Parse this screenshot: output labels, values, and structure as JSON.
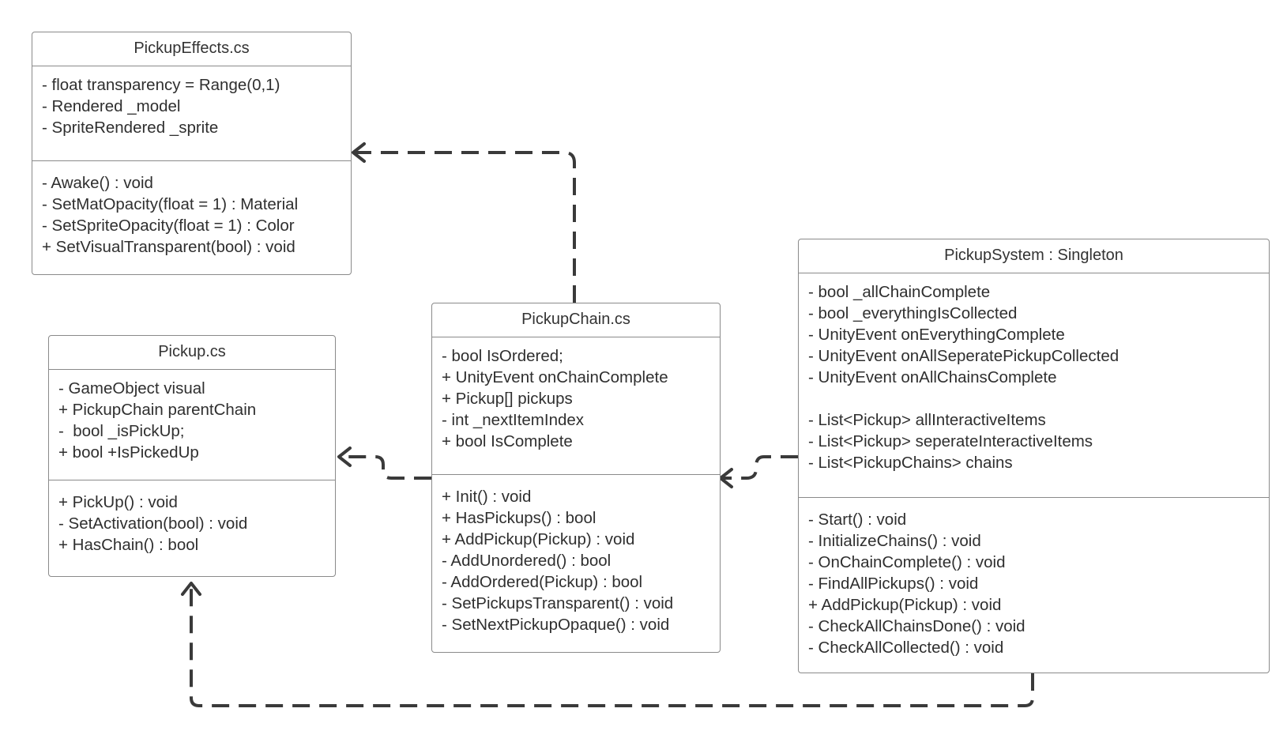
{
  "classes": {
    "pickup_effects": {
      "title": "PickupEffects.cs",
      "attributes": [
        "- float transparency = Range(0,1)",
        "- Rendered _model",
        "- SpriteRendered _sprite"
      ],
      "methods": [
        "- Awake() : void",
        "- SetMatOpacity(float = 1) : Material",
        "- SetSpriteOpacity(float = 1) : Color",
        "+ SetVisualTransparent(bool) : void"
      ]
    },
    "pickup": {
      "title": "Pickup.cs",
      "attributes": [
        "- GameObject visual",
        "+ PickupChain parentChain",
        "-  bool _isPickUp;",
        "+ bool +IsPickedUp"
      ],
      "methods": [
        "+ PickUp() : void",
        "- SetActivation(bool) : void",
        "+ HasChain() : bool"
      ]
    },
    "pickup_chain": {
      "title": "PickupChain.cs",
      "attributes": [
        "- bool IsOrdered;",
        "+ UnityEvent onChainComplete",
        "+ Pickup[] pickups",
        "- int _nextItemIndex",
        "+ bool IsComplete"
      ],
      "methods": [
        "+ Init() : void",
        "+ HasPickups() : bool",
        "+ AddPickup(Pickup) : void",
        "- AddUnordered() : bool",
        "- AddOrdered(Pickup) : bool",
        "- SetPickupsTransparent() : void",
        "- SetNextPickupOpaque() : void"
      ]
    },
    "pickup_system": {
      "title": "PickupSystem : Singleton",
      "attributes_group1": [
        "- bool _allChainComplete",
        "- bool _everythingIsCollected",
        "- UnityEvent onEverythingComplete",
        "- UnityEvent onAllSeperatePickupCollected",
        "- UnityEvent onAllChainsComplete"
      ],
      "attributes_group2": [
        "- List<Pickup> allInteractiveItems",
        "- List<Pickup> seperateInteractiveItems",
        "- List<PickupChains> chains"
      ],
      "methods": [
        "- Start() : void",
        "- InitializeChains() : void",
        "- OnChainComplete() : void",
        "- FindAllPickups() : void",
        "+ AddPickup(Pickup) : void",
        "- CheckAllChainsDone() : void",
        "- CheckAllCollected() : void"
      ]
    }
  },
  "connectors": [
    {
      "from": "PickupChain.cs",
      "to": "PickupEffects.cs",
      "style": "dashed"
    },
    {
      "from": "PickupChain.cs",
      "to": "Pickup.cs",
      "style": "dashed"
    },
    {
      "from": "PickupSystem : Singleton",
      "to": "PickupChain.cs",
      "style": "dashed"
    },
    {
      "from": "PickupSystem : Singleton",
      "to": "Pickup.cs",
      "style": "dashed"
    }
  ],
  "colors": {
    "line": "#3a3a3a",
    "border": "#8a8a8a",
    "text": "#2f2f2f"
  }
}
